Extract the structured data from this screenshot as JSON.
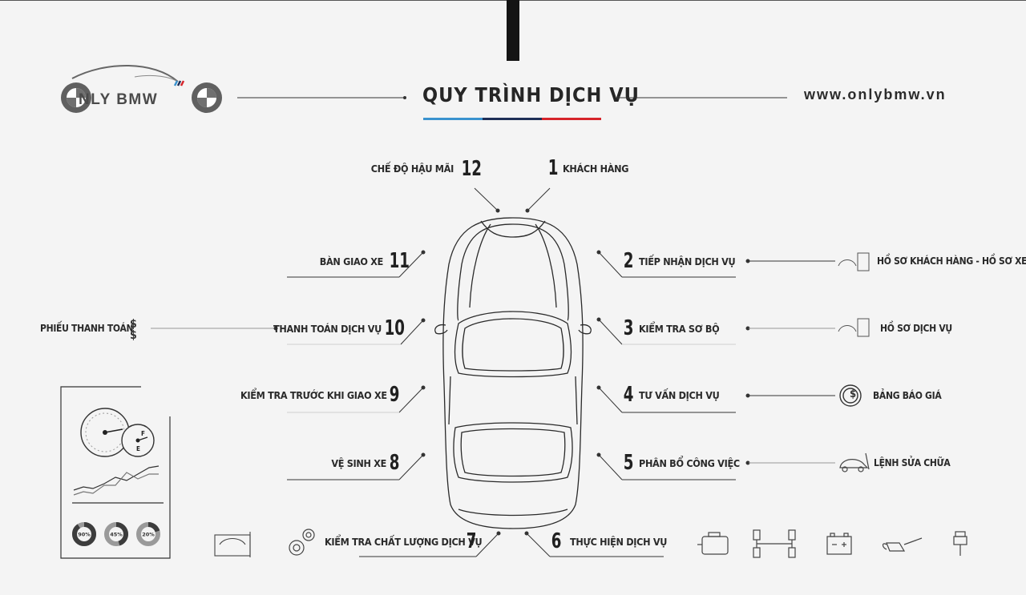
{
  "brand": {
    "logo_text": "NLY BMW",
    "website": "www.onlybmw.vn"
  },
  "title": "QUY TRÌNH DỊCH VỤ",
  "accent_colors": {
    "blue": "#3a93cf",
    "navy": "#1e2f57",
    "red": "#d6242a"
  },
  "steps": {
    "s1": {
      "num": "1",
      "label": "KHÁCH HÀNG"
    },
    "s2": {
      "num": "2",
      "label": "TIẾP NHẬN DỊCH VỤ"
    },
    "s3": {
      "num": "3",
      "label": "KIỂM TRA SƠ BỘ"
    },
    "s4": {
      "num": "4",
      "label": "TƯ VẤN DỊCH VỤ"
    },
    "s5": {
      "num": "5",
      "label": "PHÂN BỔ CÔNG VIỆC"
    },
    "s6": {
      "num": "6",
      "label": "THỰC HIỆN DỊCH VỤ"
    },
    "s7": {
      "num": "7",
      "label": "KIỂM TRA CHẤT LƯỢNG DỊCH VỤ"
    },
    "s8": {
      "num": "8",
      "label": "VỆ SINH XE"
    },
    "s9": {
      "num": "9",
      "label": "KIỂM TRA TRƯỚC KHI GIAO XE"
    },
    "s10": {
      "num": "10",
      "label": "THANH TOÁN DỊCH VỤ"
    },
    "s11": {
      "num": "11",
      "label": "BÀN GIAO XE"
    },
    "s12": {
      "num": "12",
      "label": "CHẾ ĐỘ HẬU MÃI"
    }
  },
  "outputs": {
    "profiles": "HỒ SƠ KHÁCH HÀNG - HỒ SƠ XE",
    "service_record": "HỒ SƠ DỊCH VỤ",
    "quote": "BẢNG BÁO GIÁ",
    "work_order": "LỆNH SỬA CHỮA",
    "payment_slip": "PHIẾU THANH TOÁN"
  },
  "dashboard": {
    "fuel_full": "F",
    "fuel_empty": "E",
    "donuts": [
      {
        "label": "90%",
        "percent": 90
      },
      {
        "label": "45%",
        "percent": 45
      },
      {
        "label": "20%",
        "percent": 20
      }
    ]
  },
  "icons": [
    "bmw-roundel-icon",
    "car-lift-icon",
    "gears-icon",
    "engine-icon",
    "axle-icon",
    "battery-icon",
    "oil-can-icon",
    "spark-plug-icon",
    "document-icon",
    "dollar-coin-icon",
    "car-wrench-icon",
    "dollar-icon"
  ]
}
